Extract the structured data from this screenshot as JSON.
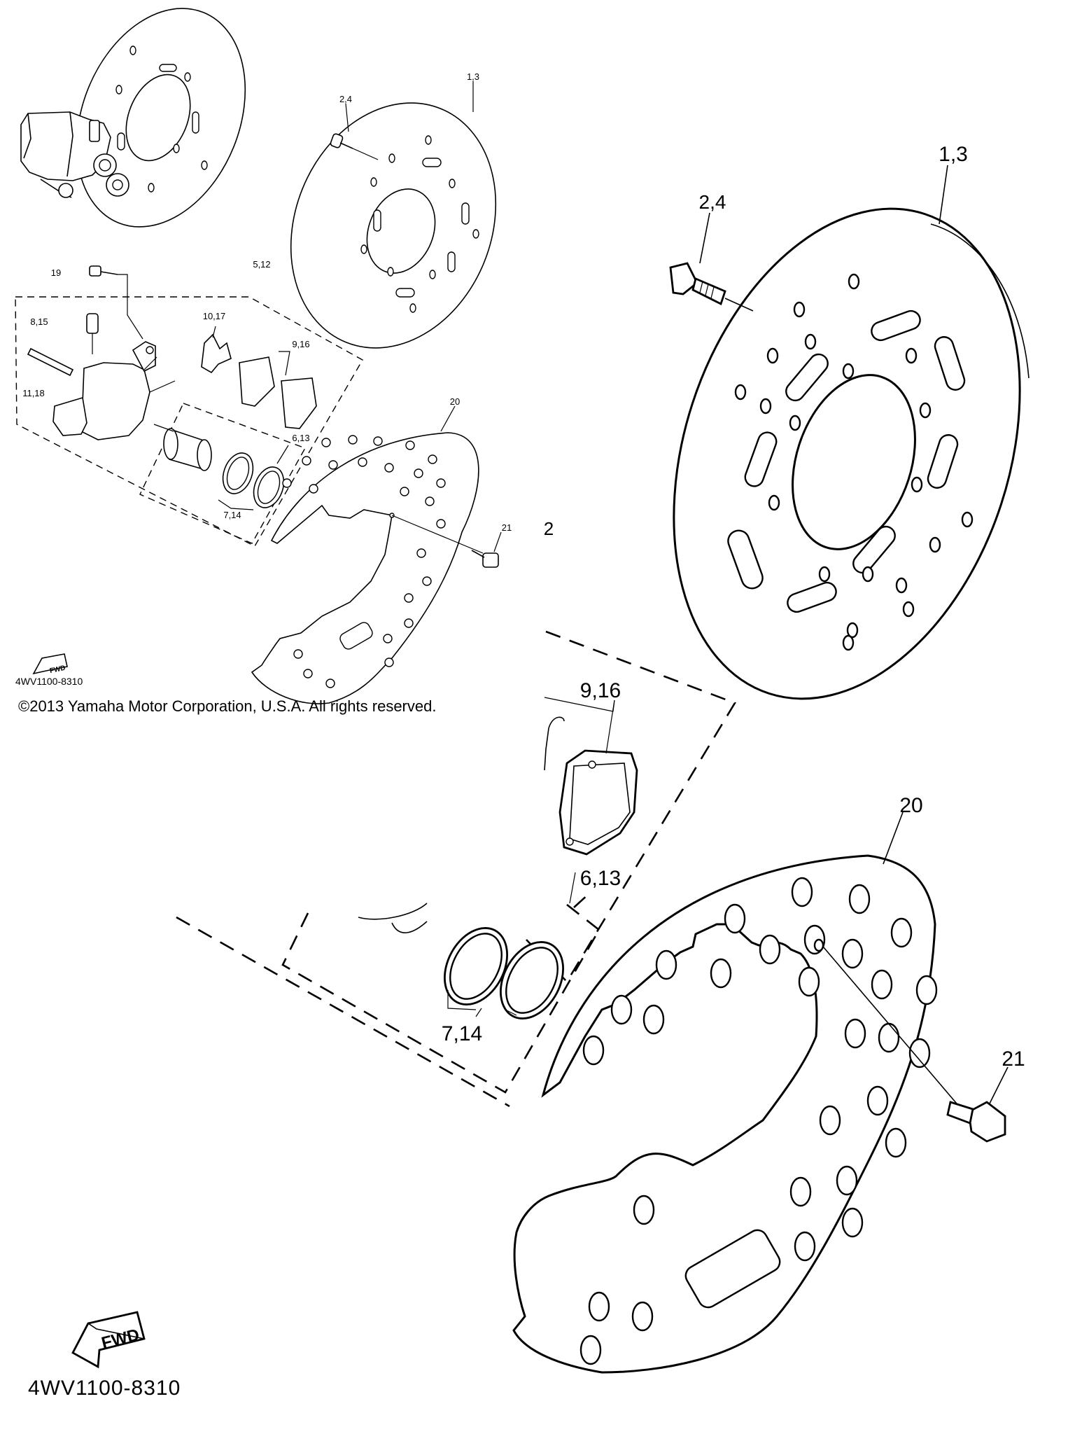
{
  "copyright": "©2013 Yamaha Motor Corporation, U.S.A. All rights reserved.",
  "diagram_code": "4WV1100-8310",
  "fwd_label": "FWD",
  "callouts": {
    "disc": "1,3",
    "disc_bolt": "2,4",
    "caliper_assy": "5,12",
    "piston_seal_kit": "6,13",
    "seal": "7,14",
    "bleed_screw": "8,15",
    "pad_set": "9,16",
    "pad_support": "10,17",
    "pin": "11,18",
    "caliper_bolt": "19",
    "protector": "20",
    "protector_bolt": "21"
  },
  "fragment_glyph": "2"
}
